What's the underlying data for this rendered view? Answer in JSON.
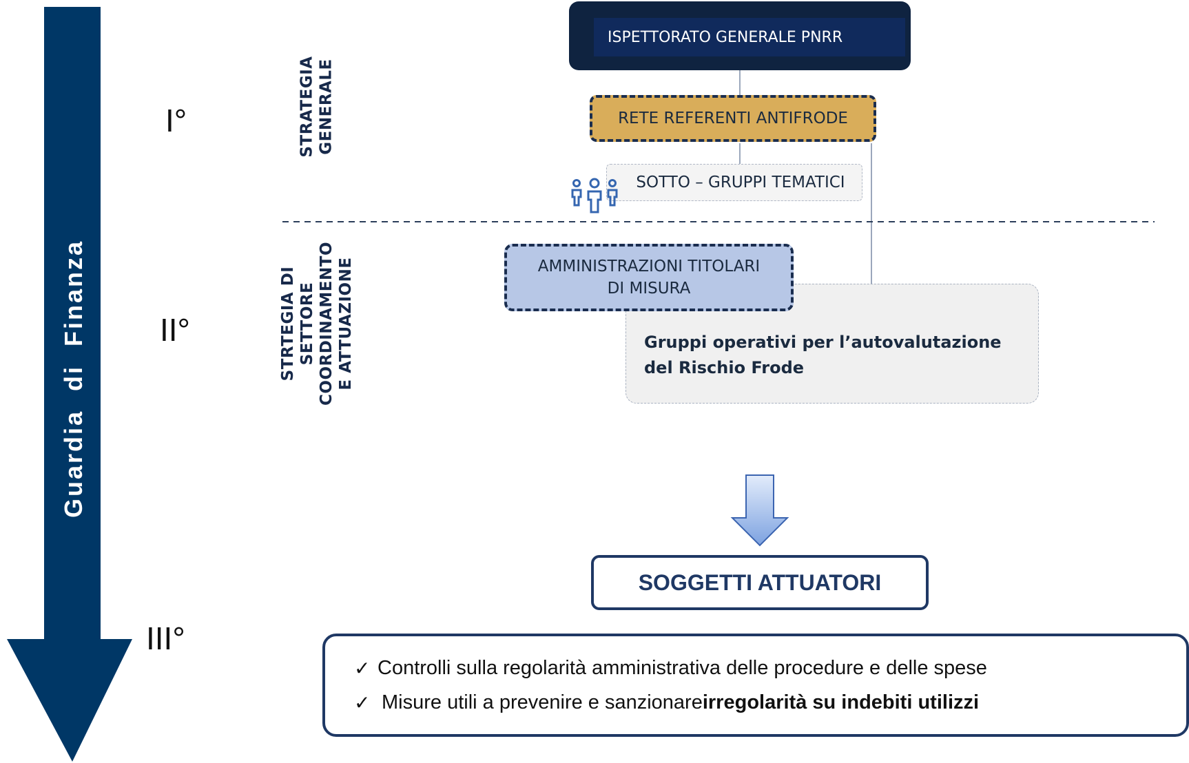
{
  "side_arrow": {
    "label": "Guardia di Finanza",
    "color": "#003766"
  },
  "levels": {
    "first": "I°",
    "second": "II°",
    "third": "III°"
  },
  "section_labels": {
    "strategy": "STRATEGIA\nGENERALE",
    "sector": "STRTEGIA DI\nSETTORE\nCOORDINAMENTO\nE ATTUAZIONE"
  },
  "nodes": {
    "ispettorato": "ISPETTORATO GENERALE PNRR",
    "rete": "RETE REFERENTI ANTIFRODE",
    "sotto_gruppi": "SOTTO – GRUPPI TEMATICI",
    "amministrazioni": "AMMINISTRAZIONI TITOLARI\nDI MISURA",
    "gruppi_operativi": "Gruppi operativi per l’autovalutazione\ndel Rischio Frode",
    "soggetti": "SOGGETTI ATTUATORI"
  },
  "controls": {
    "item1": "Controlli sulla regolarità amministrativa delle procedure e delle spese",
    "item2_plain": "Misure utili a prevenire e sanzionare ",
    "item2_bold": "irregolarità su indebiti utilizzi"
  },
  "colors": {
    "dark_navy": "#0f2340",
    "gold": "#d9ad5a",
    "light_blue": "#b7c7e6",
    "border_navy": "#1f3864"
  }
}
